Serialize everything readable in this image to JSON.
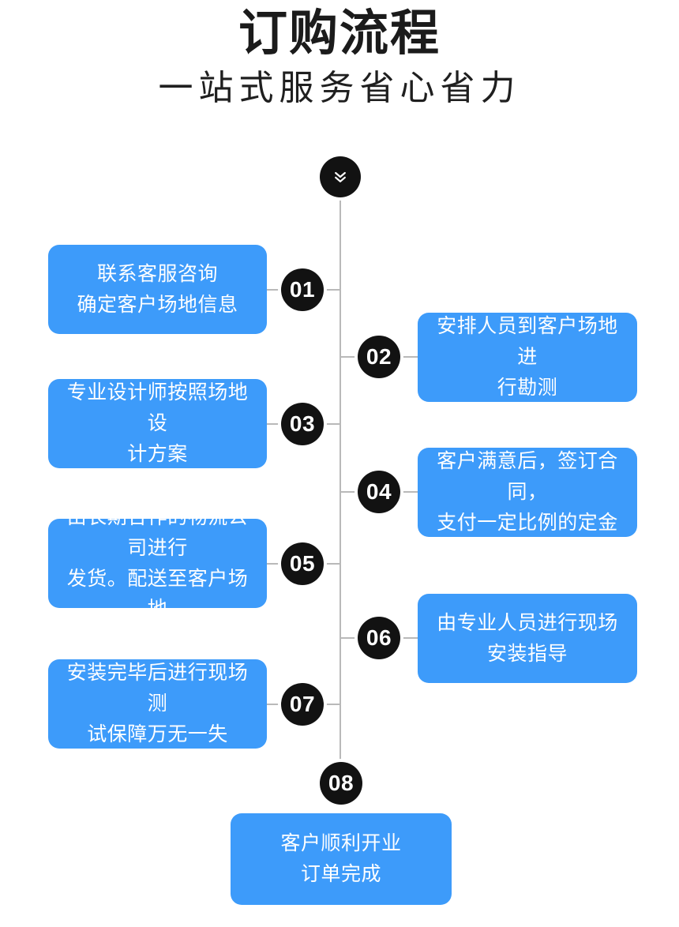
{
  "header": {
    "title": "订购流程",
    "subtitle": "一站式服务省心省力"
  },
  "theme": {
    "box_blue": "#3d9bfa",
    "marker_black": "#121212",
    "line_gray": "#b9b9b9",
    "background": "#ffffff",
    "text_on_box": "#ffffff"
  },
  "top_icon": {
    "name": "double-chevron-down-icon"
  },
  "flow": {
    "steps": [
      {
        "number": "01",
        "side": "left",
        "text": "联系客服咨询\n确定客户场地信息"
      },
      {
        "number": "02",
        "side": "right",
        "text": "安排人员到客户场地进\n行勘测"
      },
      {
        "number": "03",
        "side": "left",
        "text": "专业设计师按照场地设\n计方案"
      },
      {
        "number": "04",
        "side": "right",
        "text": "客户满意后，签订合同，\n支付一定比例的定金"
      },
      {
        "number": "05",
        "side": "left",
        "text": "由长期合作的物流公司进行\n发货。配送至客户场地"
      },
      {
        "number": "06",
        "side": "right",
        "text": "由专业人员进行现场\n安装指导"
      },
      {
        "number": "07",
        "side": "left",
        "text": "安装完毕后进行现场测\n试保障万无一失"
      },
      {
        "number": "08",
        "side": "bottom",
        "text": "客户顺利开业\n订单完成"
      }
    ]
  }
}
